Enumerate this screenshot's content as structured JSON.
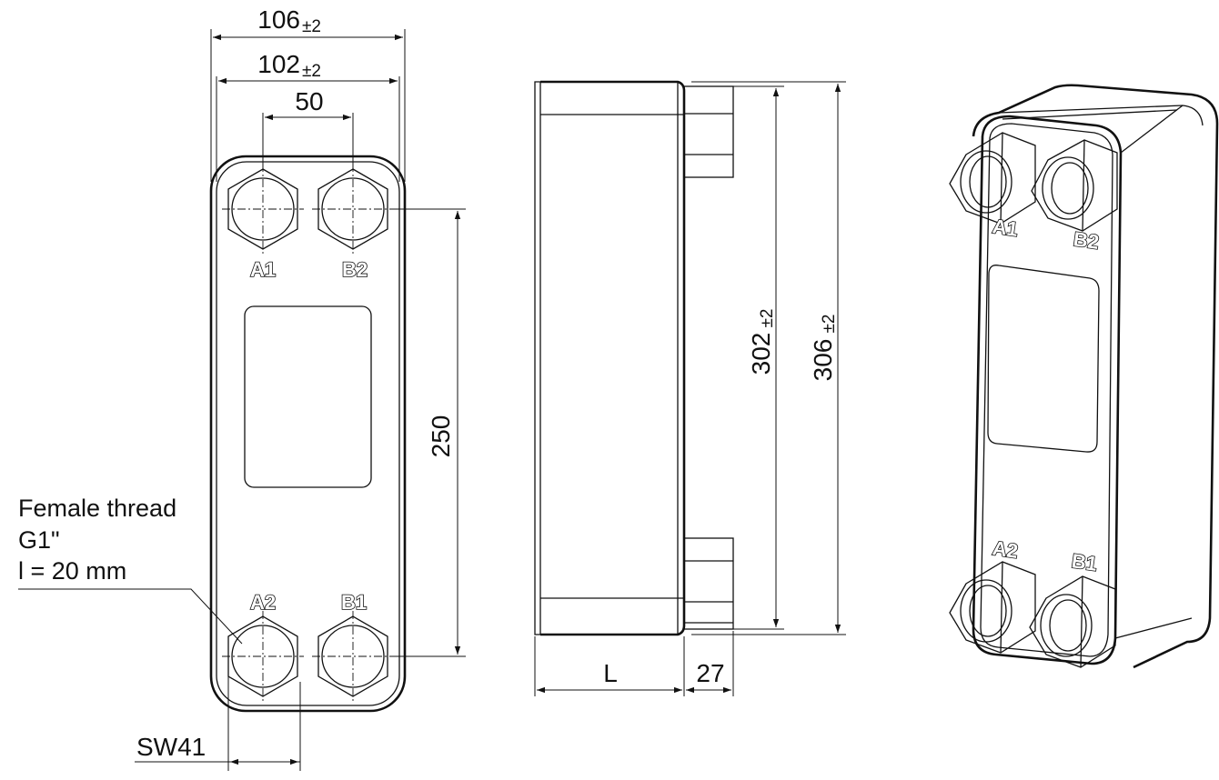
{
  "dimensions": {
    "width_outer": {
      "value": "106",
      "tol": "±2"
    },
    "width_inner": {
      "value": "102",
      "tol": "±2"
    },
    "port_spacing_h": "50",
    "port_spacing_v": "250",
    "height_inner": {
      "value": "302",
      "tol": "±2"
    },
    "height_outer": {
      "value": "306",
      "tol": "±2"
    },
    "length": "L",
    "connection_length": "27",
    "wrench_size": "SW41"
  },
  "note": {
    "line1": "Female thread",
    "line2": "G1\"",
    "line3": "l = 20 mm"
  },
  "ports": {
    "a1": "A1",
    "b2": "B2",
    "a2": "A2",
    "b1": "B1"
  }
}
